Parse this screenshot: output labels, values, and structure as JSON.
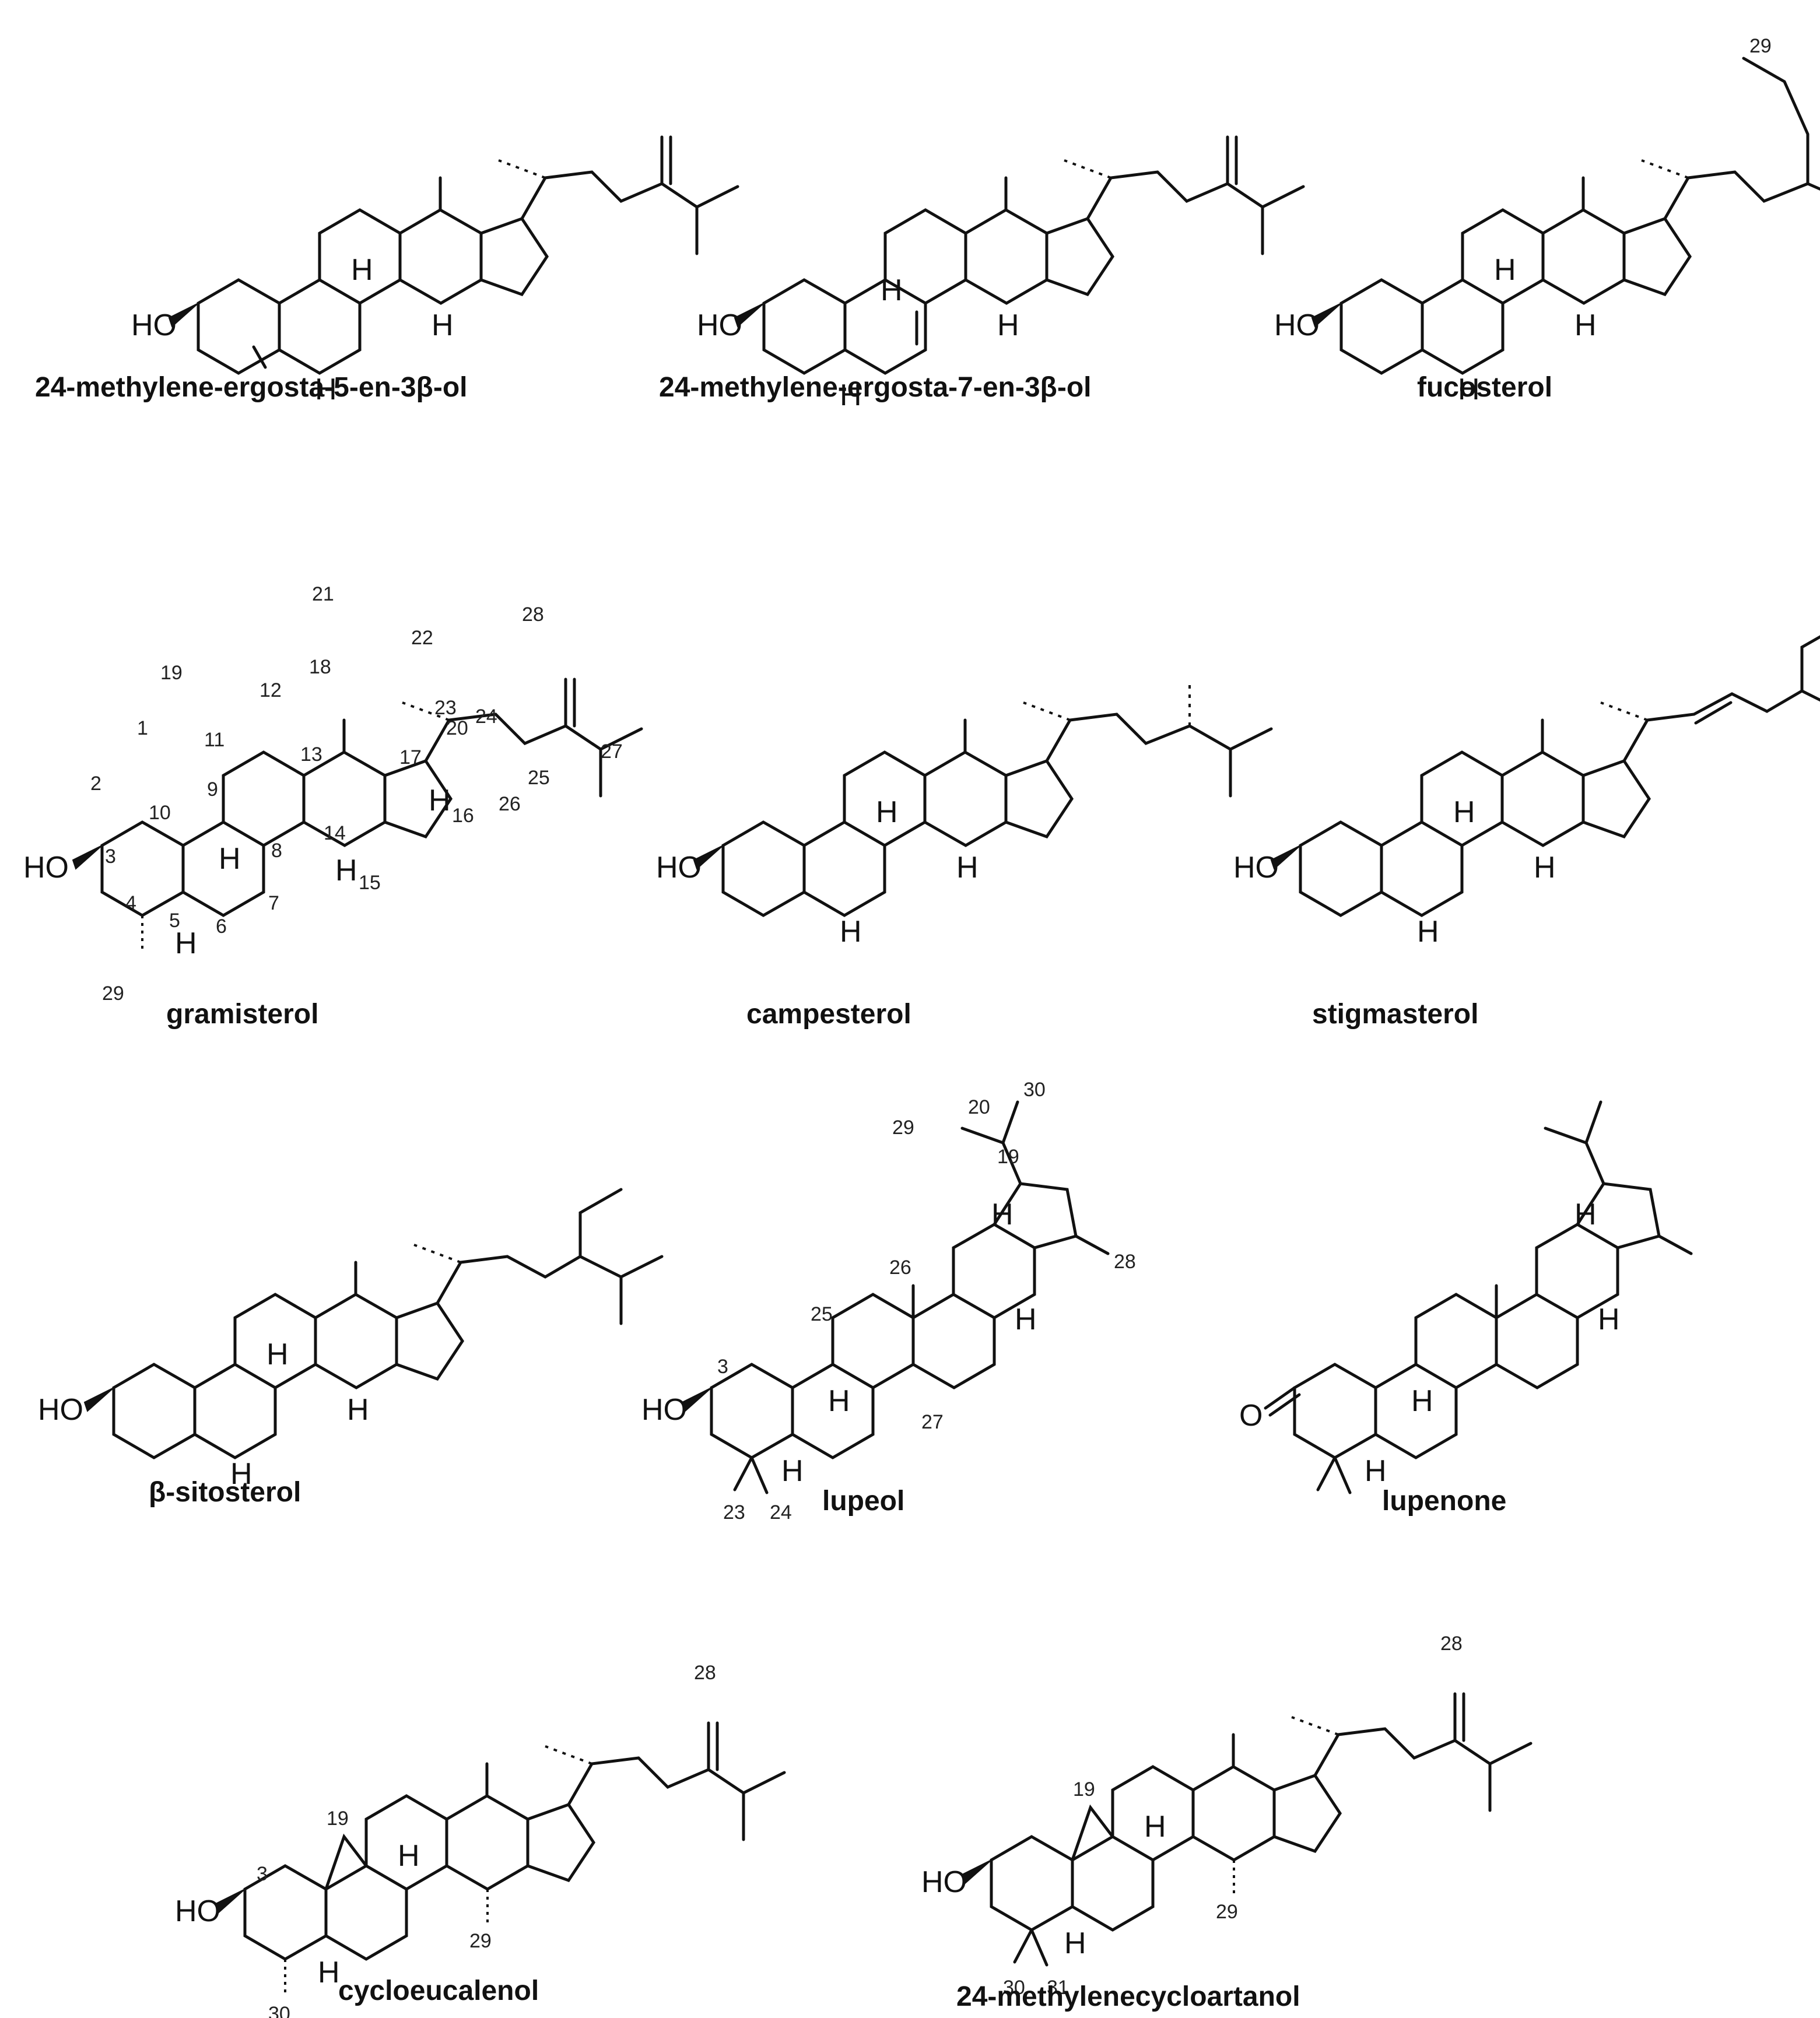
{
  "compounds": [
    {
      "name": "24-methylene-ergosta-5-en-3β-ol",
      "atom_labels": [
        "HO",
        "H",
        "H",
        "H"
      ],
      "numbers": []
    },
    {
      "name": "24-methylene-ergosta-7-en-3β-ol",
      "atom_labels": [
        "HO",
        "H",
        "H",
        "H"
      ],
      "numbers": []
    },
    {
      "name": "fucosterol",
      "atom_labels": [
        "HO",
        "H",
        "H",
        "H"
      ],
      "numbers": [
        "29"
      ]
    },
    {
      "name": "gramisterol",
      "atom_labels": [
        "HO",
        "H",
        "H",
        "H",
        "H"
      ],
      "numbers": [
        "1",
        "2",
        "3",
        "4",
        "5",
        "6",
        "7",
        "8",
        "9",
        "10",
        "11",
        "12",
        "13",
        "14",
        "15",
        "16",
        "17",
        "18",
        "19",
        "20",
        "21",
        "22",
        "23",
        "24",
        "25",
        "26",
        "27",
        "28",
        "29"
      ]
    },
    {
      "name": "campesterol",
      "atom_labels": [
        "HO",
        "H",
        "H",
        "H"
      ],
      "numbers": []
    },
    {
      "name": "stigmasterol",
      "atom_labels": [
        "HO",
        "H",
        "H",
        "H"
      ],
      "numbers": []
    },
    {
      "name": "β-sitosterol",
      "atom_labels": [
        "HO",
        "H",
        "H",
        "H"
      ],
      "numbers": []
    },
    {
      "name": "lupeol",
      "atom_labels": [
        "HO",
        "H",
        "H",
        "H",
        "H"
      ],
      "numbers": [
        "3",
        "19",
        "20",
        "23",
        "24",
        "25",
        "26",
        "27",
        "28",
        "29",
        "30"
      ]
    },
    {
      "name": "lupenone",
      "atom_labels": [
        "O",
        "H",
        "H",
        "H",
        "H"
      ],
      "numbers": []
    },
    {
      "name": "cycloeucalenol",
      "atom_labels": [
        "HO",
        "H",
        "H"
      ],
      "numbers": [
        "3",
        "19",
        "28",
        "29",
        "30"
      ]
    },
    {
      "name": "24-methylenecycloartanol",
      "atom_labels": [
        "HO",
        "H",
        "H"
      ],
      "numbers": [
        "19",
        "28",
        "29",
        "30",
        "31"
      ]
    }
  ]
}
